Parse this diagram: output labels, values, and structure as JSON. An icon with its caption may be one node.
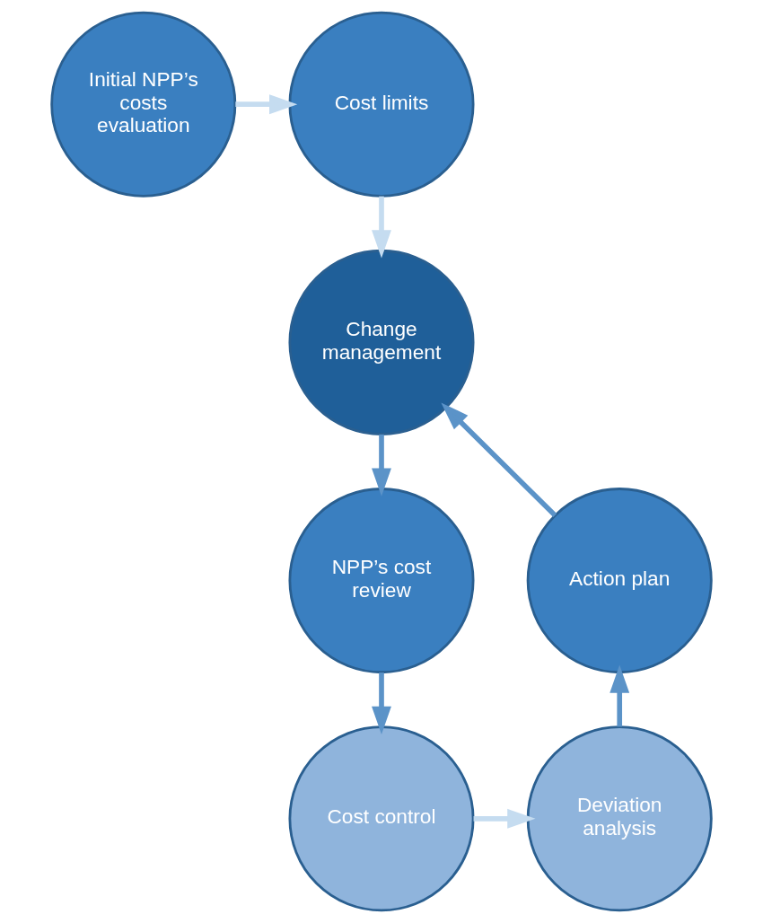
{
  "diagram": {
    "nodes": [
      {
        "text": [
          "Initial NPP’s costs evaluation"
        ]
      },
      {
        "text": [
          "Cost limits"
        ]
      },
      {
        "text": [
          "Change management"
        ]
      },
      {
        "text": [
          "NPP’s cost review"
        ]
      },
      {
        "text": [
          "Cost control"
        ]
      },
      {
        "text": [
          "Deviation analysis"
        ]
      },
      {
        "text": [
          "Action plan"
        ]
      }
    ],
    "edges": [
      {
        "from": 0,
        "to": 1,
        "arrow": "to",
        "color": "#c5dcf0"
      },
      {
        "from": 1,
        "to": 2,
        "arrow": "to",
        "color": "#c5dcf0"
      },
      {
        "from": 2,
        "to": 3,
        "arrow": "to"
      },
      {
        "from": 3,
        "to": 4,
        "arrow": "to"
      },
      {
        "from": 4,
        "to": 5,
        "arrow": "to",
        "color": "#c5dcf0"
      },
      {
        "from": 5,
        "to": 6,
        "arrow": "to"
      },
      {
        "from": 6,
        "to": 2,
        "arrow": "to"
      }
    ]
  }
}
